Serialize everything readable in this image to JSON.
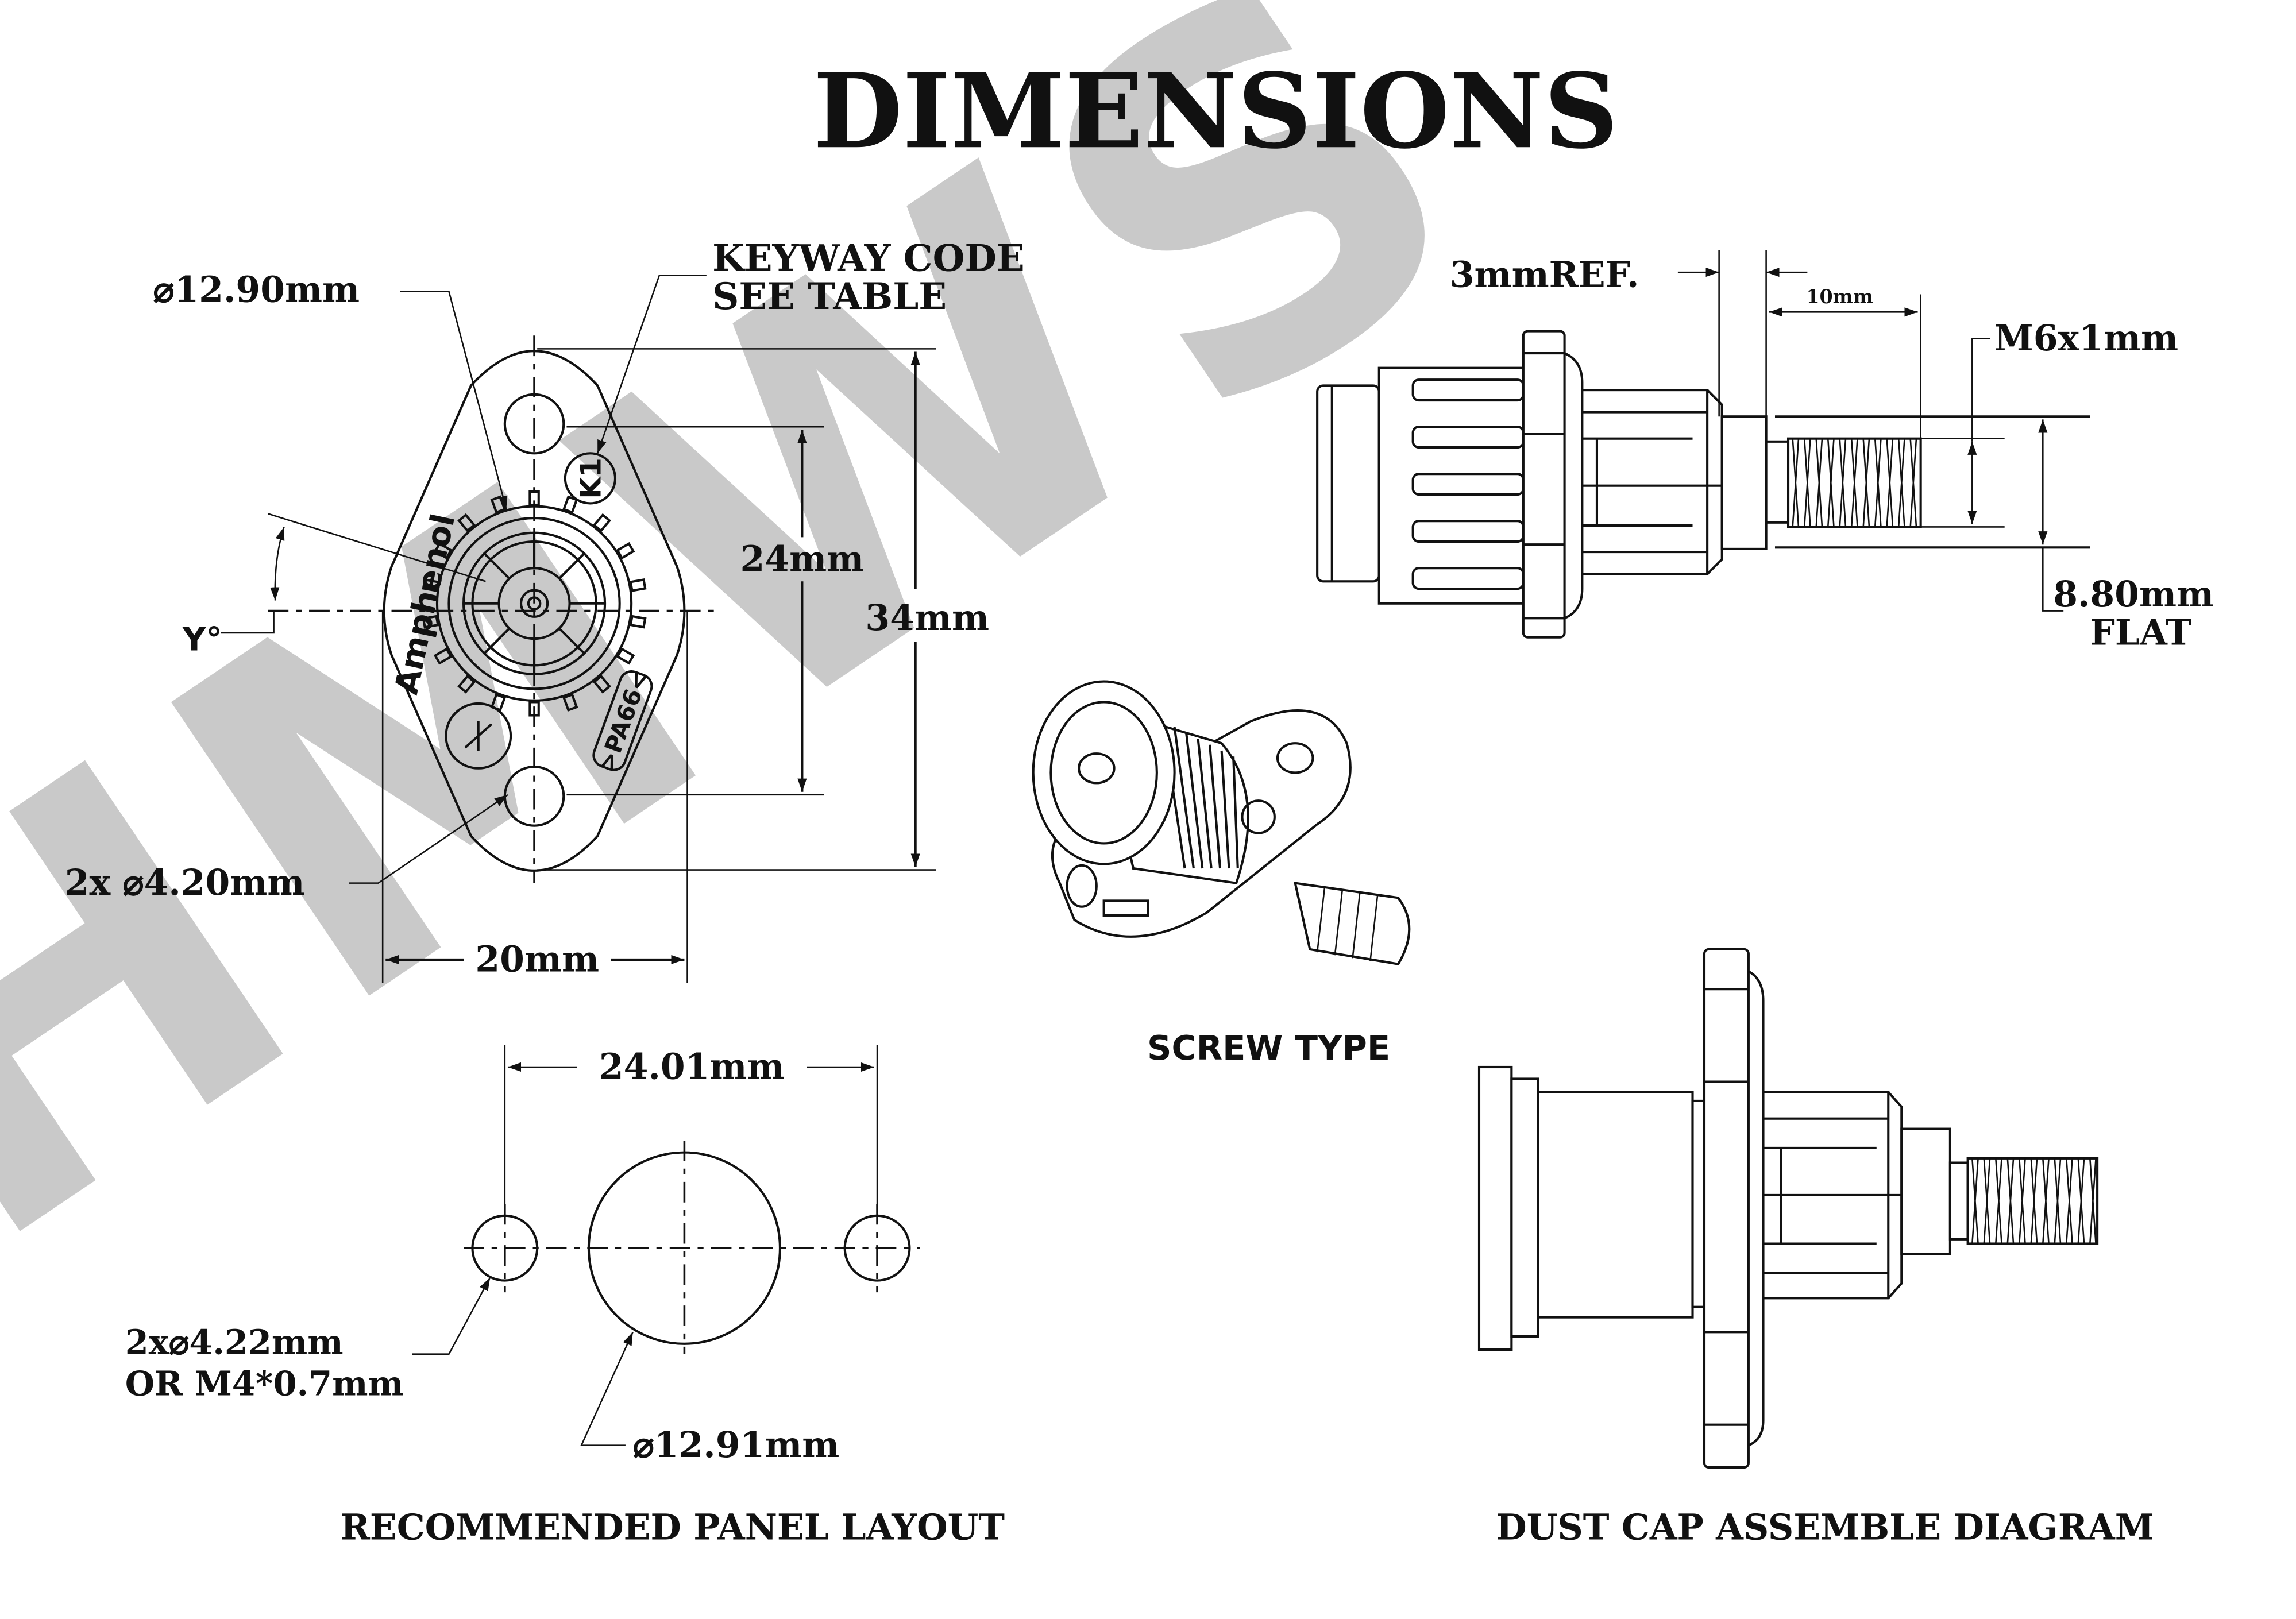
{
  "title": "DIMENSIONS",
  "watermark": "HMWS",
  "front_view": {
    "diameter_label": "⌀12.90mm",
    "keyway_line1": "KEYWAY CODE",
    "keyway_line2": "SEE TABLE",
    "height_inner": "24mm",
    "height_outer": "34mm",
    "width": "20mm",
    "holes": "2x ⌀4.20mm",
    "angle": "Y°",
    "brand_marking": "Amphenol",
    "keyway_marking": "K1",
    "material_marking": ">PA66<"
  },
  "side_view": {
    "ref": "3mmREF.",
    "thread_length": "10mm",
    "thread": "M6x1mm",
    "flat_line1": "8.80mm",
    "flat_line2": "FLAT"
  },
  "iso_view": {
    "label": "SCREW TYPE"
  },
  "panel_layout": {
    "spacing": "24.01mm",
    "holes_line1": "2x⌀4.22mm",
    "holes_line2": "OR M4*0.7mm",
    "center_hole": "⌀12.91mm",
    "caption": "RECOMMENDED PANEL LAYOUT"
  },
  "dust_cap": {
    "caption": "DUST CAP ASSEMBLE DIAGRAM"
  }
}
